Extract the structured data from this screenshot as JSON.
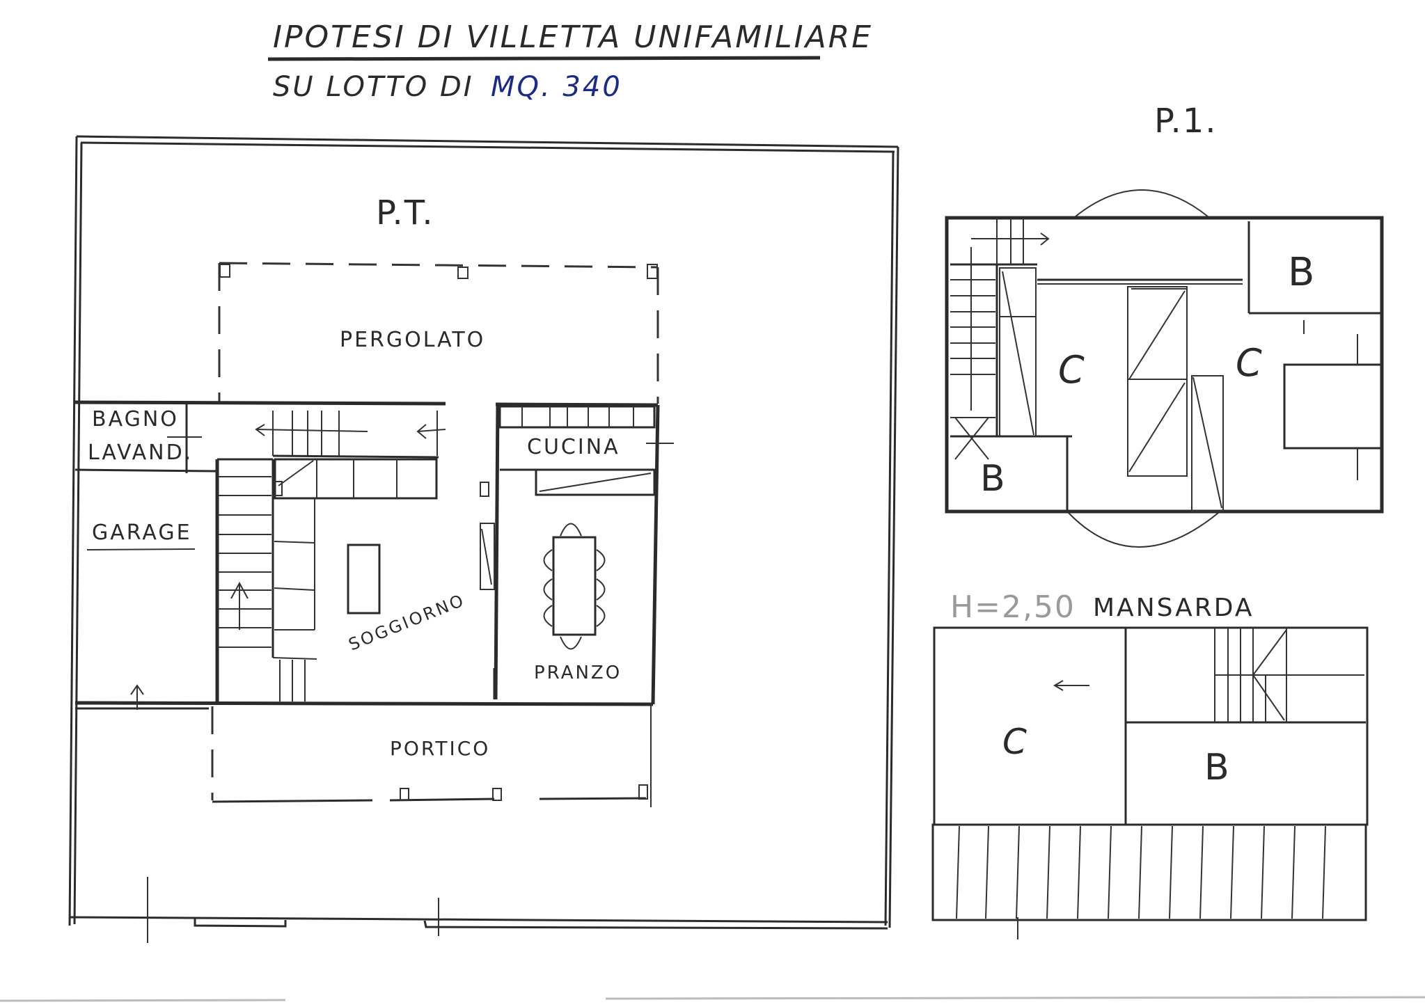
{
  "header": {
    "title": "IPOTESI DI VILLETTA UNIFAMILIARE",
    "subtitle_prefix": "SU LOTTO DI",
    "subtitle_area": "MQ. 340"
  },
  "ground_floor": {
    "label": "P.T.",
    "rooms": {
      "pergola": "PERGOLATO",
      "bathroom": "BAGNO",
      "laundry": "LAVAND.",
      "garage": "GARAGE",
      "kitchen": "CUCINA",
      "living": "SOGGIORNO",
      "dining": "PRANZO",
      "porch": "PORTICO"
    }
  },
  "first_floor": {
    "label": "P.1.",
    "rooms": {
      "bathroom_top": "B",
      "bedroom_left": "C",
      "bedroom_right": "C",
      "bathroom_bottom": "B"
    }
  },
  "attic": {
    "height_note": "H=2,50",
    "label": "MANSARDA",
    "rooms": {
      "bedroom": "C",
      "bathroom": "B"
    }
  },
  "colors": {
    "ink": "#2b2b2b",
    "blue_ink": "#1a2a8a",
    "pencil": "#9a9a9a",
    "paper": "#ffffff"
  }
}
